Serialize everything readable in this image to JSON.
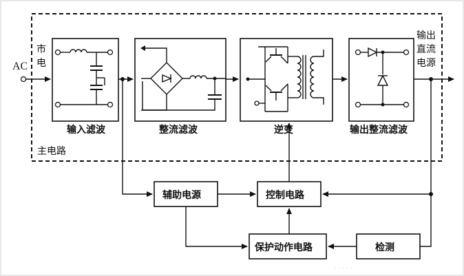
{
  "labels": {
    "ac": "AC",
    "mains_1": "市",
    "mains_2": "电",
    "main_circuit": "主电路",
    "input_filter": "输入滤波",
    "rectifier_filter": "整流滤波",
    "inverter": "逆变",
    "output_rectifier_filter": "输出整流滤波",
    "dc_out_1": "输出",
    "dc_out_2": "直流",
    "dc_out_3": "电源",
    "aux_power": "辅助电源",
    "control_circuit": "控制电路",
    "protection_circuit": "保护动作电路",
    "detection": "检测"
  },
  "colors": {
    "line": "#111111",
    "background": "#ffffff",
    "watermark": "#c8c8c8"
  }
}
